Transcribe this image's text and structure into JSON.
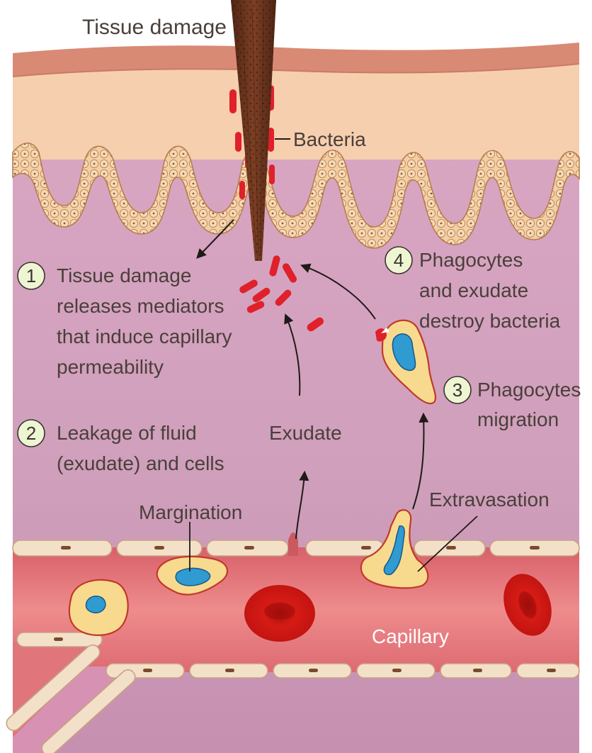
{
  "labels": {
    "tissue_damage": "Tissue damage",
    "bacteria": "Bacteria",
    "margination": "Margination",
    "exudate": "Exudate",
    "extravasation": "Extravasation",
    "capillary": "Capillary"
  },
  "steps": [
    {
      "num": "1",
      "lines": [
        "Tissue damage",
        "releases mediators",
        "that induce capillary",
        "permeability"
      ]
    },
    {
      "num": "2",
      "lines": [
        "Leakage of fluid",
        "(exudate) and cells"
      ]
    },
    {
      "num": "3",
      "lines": [
        "Phagocytes",
        "migration"
      ]
    },
    {
      "num": "4",
      "lines": [
        "Phagocytes",
        "and exudate",
        "destroy bacteria"
      ]
    }
  ],
  "colors": {
    "epidermis_top": "#d98a74",
    "epidermis": "#f6d0b0",
    "dermis": "#d4a2bc",
    "vessel": "#e2737a",
    "endothelium": "#f3e0c8",
    "rbc": "#cc1512",
    "phagocyte": "#f8da8e",
    "nucleus": "#2f9bd0",
    "bacteria": "#e0202a",
    "splinter": "#6e3620",
    "badge": "#eef5d2"
  }
}
